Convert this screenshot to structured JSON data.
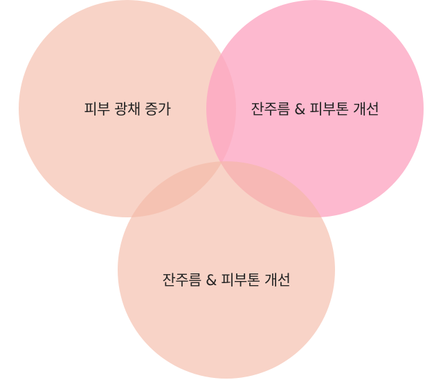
{
  "diagram": {
    "type": "venn",
    "circles": [
      {
        "id": "left",
        "label": "피부 광채 증가",
        "color": "#f4b8a4"
      },
      {
        "id": "right",
        "label": "잔주름 & 피부톤 개선",
        "color": "#fca5c2"
      },
      {
        "id": "bottom",
        "label": "잔주름 & 피부톤 개선",
        "color": "#f4b8a4"
      }
    ]
  }
}
